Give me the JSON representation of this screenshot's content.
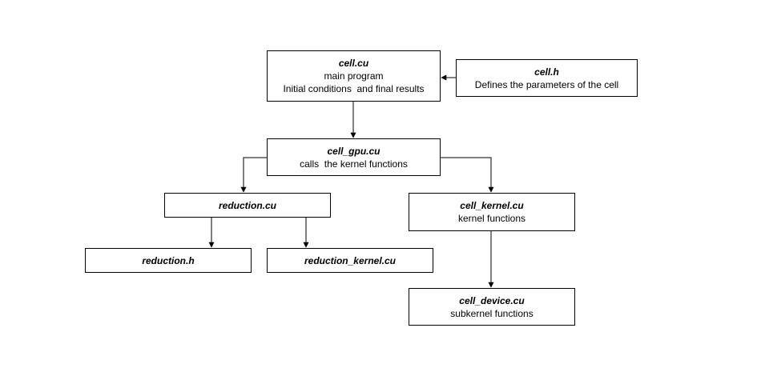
{
  "nodes": {
    "cell_cu": {
      "title": "cell.cu",
      "lines": [
        "main program",
        "Initial conditions  and final results"
      ]
    },
    "cell_h": {
      "title": "cell.h",
      "lines": [
        "Defines the parameters of the cell"
      ]
    },
    "cell_gpu": {
      "title": "cell_gpu.cu",
      "lines": [
        "calls  the kernel functions"
      ]
    },
    "reduction_cu": {
      "title": "reduction.cu"
    },
    "cell_kernel": {
      "title": "cell_kernel.cu",
      "lines": [
        "kernel functions"
      ]
    },
    "reduction_h": {
      "title": "reduction.h"
    },
    "reduction_kernel": {
      "title": "reduction_kernel.cu"
    },
    "cell_device": {
      "title": "cell_device.cu",
      "lines": [
        "subkernel functions"
      ]
    }
  }
}
